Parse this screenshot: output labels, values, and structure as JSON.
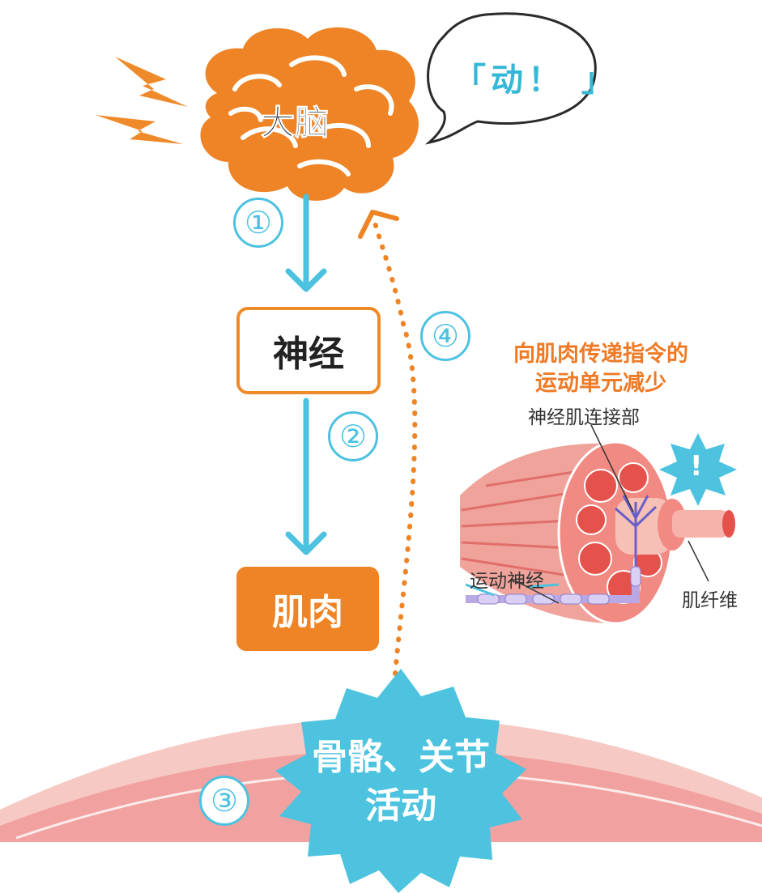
{
  "brain": {
    "label": "大脑"
  },
  "speech_bubble": {
    "text": "「动！ 」"
  },
  "steps": [
    "①",
    "②",
    "③",
    "④"
  ],
  "nerve_box": {
    "label": "神经"
  },
  "muscle_box": {
    "label": "肌肉"
  },
  "result_star": {
    "line1": "骨骼、关节",
    "line2": "活动"
  },
  "inset": {
    "title_line1": "向肌肉传递指令的",
    "title_line2": "运动单元减少",
    "label_junction": "神经肌连接部",
    "label_motor_nerve": "运动神经",
    "label_fiber": "肌纤维",
    "alert_mark": "!"
  },
  "colors": {
    "orange": "#ee8425",
    "cyan": "#4cc2e0",
    "muscle_pink": "#f09a98",
    "dark_text": "#2a2a2a"
  }
}
